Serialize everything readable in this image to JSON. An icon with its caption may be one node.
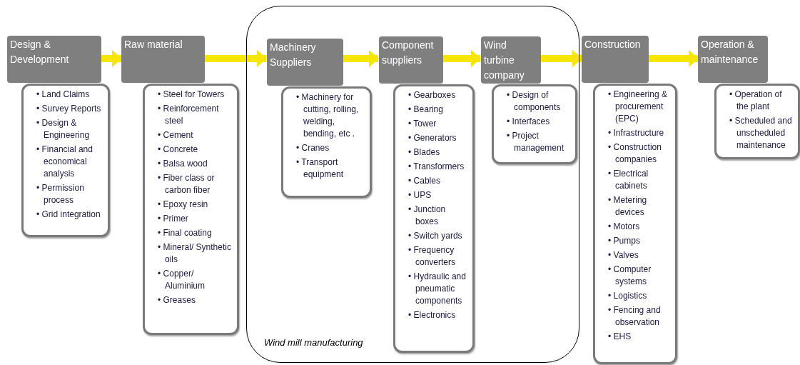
{
  "diagram": {
    "nodes": [
      {
        "text": [
          "Design & Development"
        ]
      },
      {
        "text": [
          "• Land Claims",
          "• Survey Reports",
          "• Design & Engineering",
          "• Financial and economical analysis",
          "• Permission process",
          "• Grid integration"
        ]
      },
      {
        "text": [
          "Raw material"
        ]
      },
      {
        "text": [
          "• Steel for Towers",
          "• Reinforcement steel",
          "• Cement",
          "• Concrete",
          "• Balsa wood",
          "• Fiber class or carbon fiber",
          "• Epoxy resin",
          "• Primer",
          "• Final coating",
          "• Mineral/ Synthetic oils",
          "• Copper/ Aluminium",
          "• Greases"
        ]
      },
      {
        "text": [
          "Wind mill manufacturing"
        ]
      },
      {
        "text": [
          "Machinery Suppliers"
        ],
        "in": 4
      },
      {
        "text": [
          "• Machinery for cutting, rolling, welding, bending, etc .",
          "• Cranes",
          "• Transport equipment"
        ],
        "in": 4
      },
      {
        "text": [
          "Component suppliers"
        ],
        "in": 4
      },
      {
        "text": [
          "• Gearboxes",
          "• Bearing",
          "• Tower",
          "• Generators",
          "• Blades",
          "• Transformers",
          "• Cables",
          "• UPS",
          "• Junction boxes",
          "• Switch yards",
          "• Frequency converters",
          "• Hydraulic and pneumatic components",
          "• Electronics"
        ],
        "in": 4
      },
      {
        "text": [
          "Wind turbine company"
        ],
        "in": 4
      },
      {
        "text": [
          "• Design of components",
          "• Interfaces",
          "• Project management"
        ],
        "in": 4
      },
      {
        "text": [
          "Construction"
        ]
      },
      {
        "text": [
          "• Engineering & procurement (EPC)",
          "• Infrastructure",
          "• Construction companies",
          "• Electrical cabinets",
          "• Metering devices",
          "• Motors",
          "• Pumps",
          "• Valves",
          "• Computer systems",
          "• Logistics",
          "• Fencing and observation",
          "• EHS"
        ]
      },
      {
        "text": [
          "Operation & maintenance"
        ]
      },
      {
        "text": [
          "• Operation of the plant",
          "• Scheduled and unscheduled maintenance"
        ]
      }
    ],
    "edges": [
      {
        "from": 0,
        "to": 2,
        "arrow": "to"
      },
      {
        "from": 2,
        "to": 5,
        "arrow": "to"
      },
      {
        "from": 5,
        "to": 7,
        "arrow": "to"
      },
      {
        "from": 7,
        "to": 9,
        "arrow": "to"
      },
      {
        "from": 9,
        "to": 11,
        "arrow": "to"
      },
      {
        "from": 11,
        "to": 13,
        "arrow": "to"
      }
    ]
  }
}
